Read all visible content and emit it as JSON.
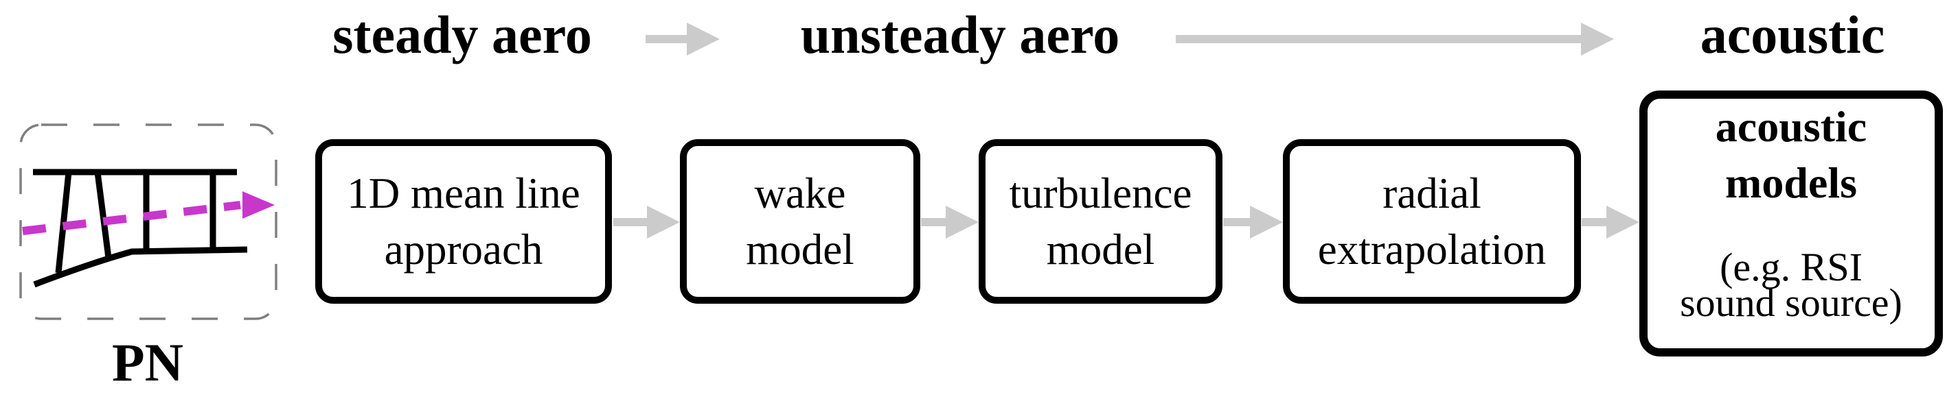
{
  "diagram": {
    "header": {
      "stage1": "steady aero",
      "stage2": "unsteady aero",
      "stage3": "acoustic"
    },
    "input": {
      "caption": "PN"
    },
    "boxes": {
      "box1": {
        "line1": "1D mean line",
        "line2": "approach"
      },
      "box2": {
        "line1": "wake",
        "line2": "model"
      },
      "box3": {
        "line1": "turbulence",
        "line2": "model"
      },
      "box4": {
        "line1": "radial",
        "line2": "extrapolation"
      },
      "box5": {
        "title1": "acoustic",
        "title2": "models",
        "note1": "(e.g. RSI",
        "note2": "sound source)"
      }
    },
    "colors": {
      "flow_path": "#C837CC",
      "stage_arrow": "#CBCBCB",
      "sketch_stroke": "#000000",
      "dashed_border": "#808080"
    }
  }
}
